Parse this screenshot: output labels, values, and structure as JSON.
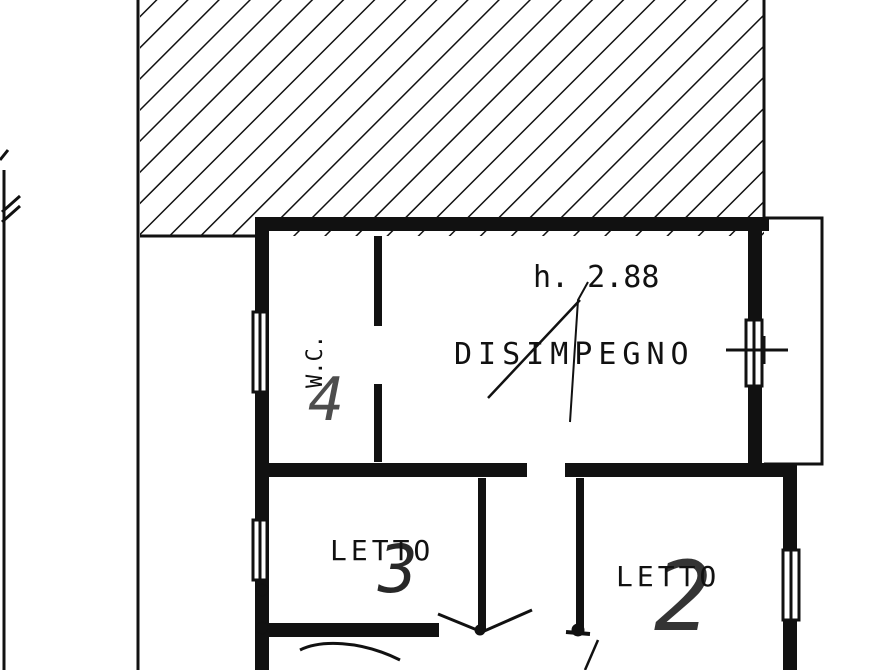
{
  "colors": {
    "ink": "#111111",
    "paper": "#ffffff"
  },
  "rooms": {
    "hallway": {
      "height_label": "h. 2.88",
      "name": "DISIMPEGNO"
    },
    "bedroom_left": {
      "name": "LETTO",
      "number": "3"
    },
    "bedroom_right": {
      "name": "LETTO",
      "number": "2"
    },
    "wc_room": {
      "name": "W.C.",
      "number": "4"
    }
  }
}
